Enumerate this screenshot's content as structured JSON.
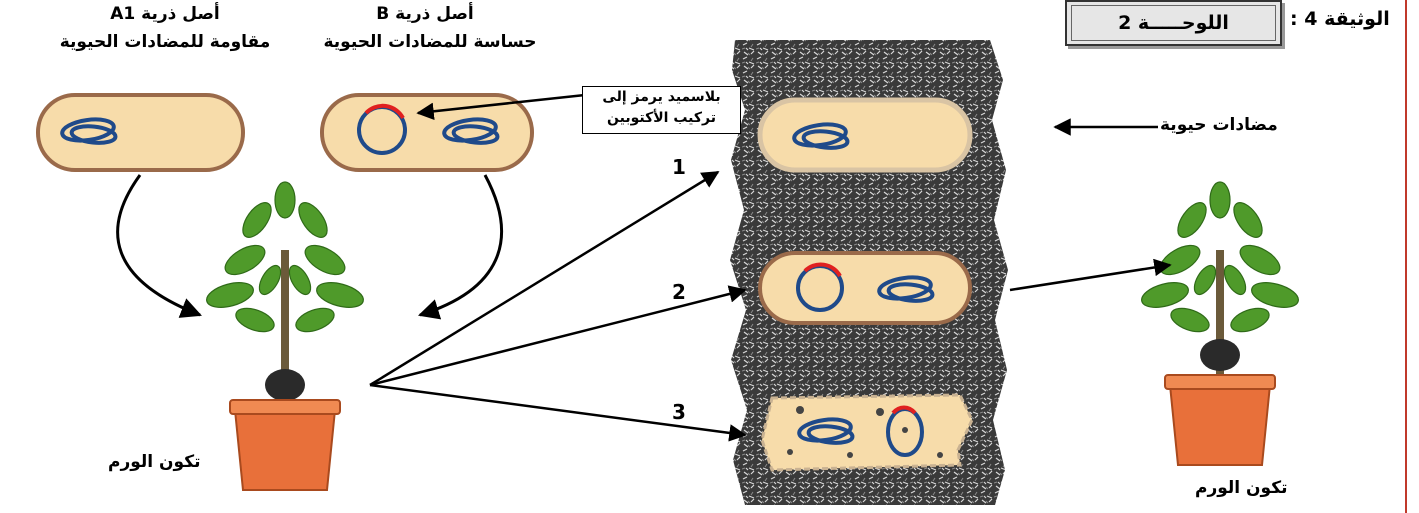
{
  "header": {
    "document_label": "الوثيقة 4 :",
    "panel_label": "اللوحـــــة 2"
  },
  "strains": {
    "a1_title": "أصل ذرية A1",
    "a1_subtitle": "مقاومة للمضادات الحيوية",
    "b_title": "أصل ذرية B",
    "b_subtitle": "حساسة للمضادات الحيوية"
  },
  "plasmid_note": {
    "line1": "بلاسميد يرمز إلى",
    "line2": "تركيب الأكتوبين"
  },
  "antibiotics_label": "مضادات حيوية",
  "tumor_left": "تكون الورم",
  "tumor_right": "تكون الورم",
  "numbers": [
    "1",
    "2",
    "3"
  ],
  "colors": {
    "bacteria_fill": "#f7dcaa",
    "bacteria_border": "#9a6a4a",
    "chromosome": "#1f4a8a",
    "plasmid_red": "#e02020",
    "pot": "#e8703a",
    "leaf": "#4f9a2a"
  }
}
